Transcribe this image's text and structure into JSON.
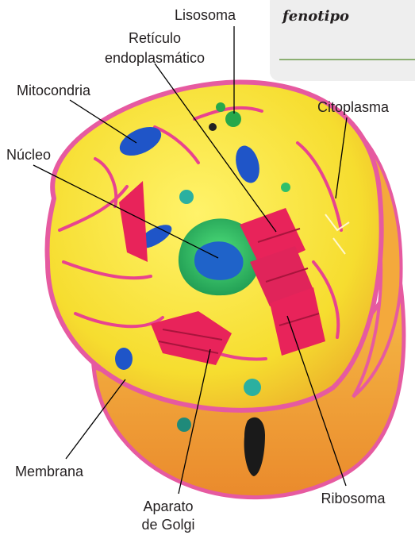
{
  "note": {
    "title": "fenotipo"
  },
  "labels": {
    "lisosoma": "Lisosoma",
    "reticulo_1": "Retículo",
    "reticulo_2": "endoplasmático",
    "mitocondria": "Mitocondria",
    "citoplasma": "Citoplasma",
    "nucleo": "Núcleo",
    "membrana": "Membrana",
    "aparato_1": "Aparato",
    "aparato_2": "de Golgi",
    "ribosoma": "Ribosoma"
  },
  "colors": {
    "cytoplasm": "#f7e23a",
    "membrane": "#e65aa0",
    "outer_wall": "#f2a43a",
    "mitochondria": "#1f55c8",
    "nucleus_outer": "#2fbf6a",
    "nucleus_inner": "#1f63c9",
    "er": "#e8235a",
    "note_background": "#eeeeee",
    "note_rule": "#6b9a48"
  }
}
